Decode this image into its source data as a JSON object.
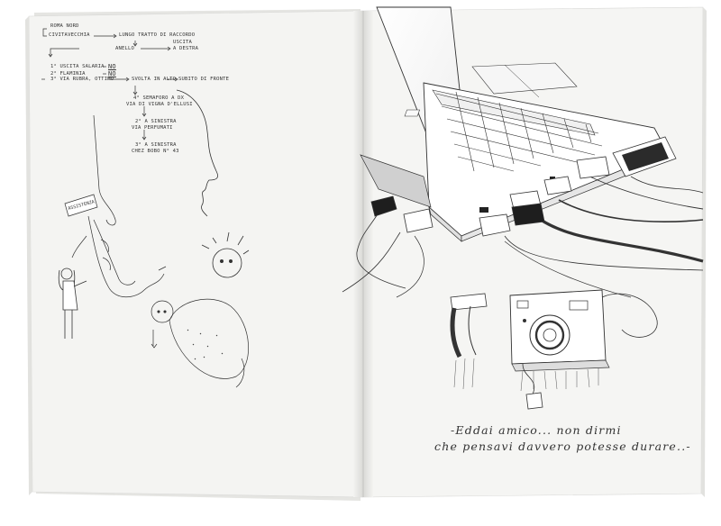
{
  "left_page": {
    "directions": [
      "ROMA NORD",
      "CIVITAVECCHIA",
      "LUNGO TRATTO DI RACCORDO",
      "USCITA",
      "A DESTRA",
      "ANELLO",
      "1° USCITA SALARIA",
      "NO",
      "2° FLAMINIA",
      "NO",
      "3° VIA RUBRA, OTTIMO",
      "SVOLTA IN ALTO",
      "SUBITO DI FRONTE",
      "4° SEMAFORO A DX",
      "VIA DI VIGNA D'ELLUSI",
      "2° A SINISTRA",
      "VIA PERFUMATI",
      "3° A SINISTRA",
      "CHEZ BOBO N° 43"
    ],
    "badge": "ASSISTENZA"
  },
  "right_page": {
    "caption_line1": "-Eddai amico... non dirmi",
    "caption_line2": "che pensavi davvero potesse durare..-"
  },
  "colors": {
    "paper": "#f4f4f2",
    "ink": "#2a2a2a",
    "binding": "#c9c9c6"
  }
}
